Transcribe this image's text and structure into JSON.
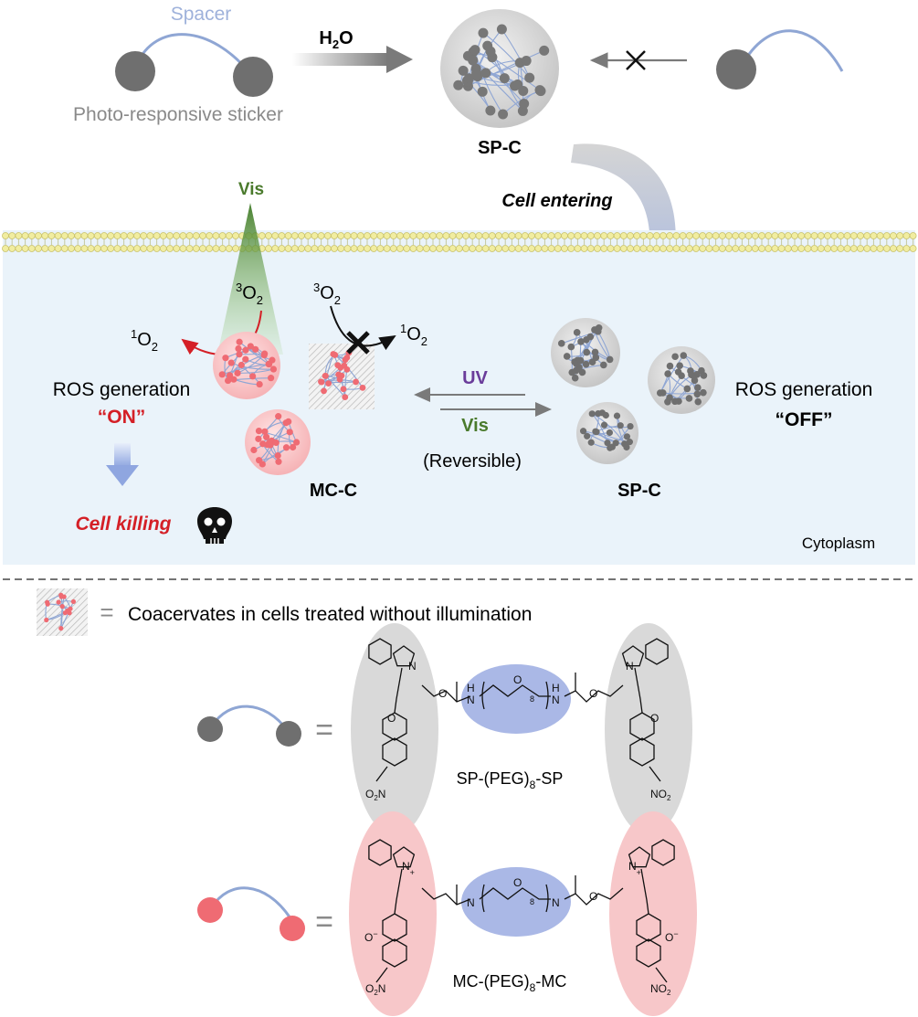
{
  "top": {
    "spacer_label": "Spacer",
    "sticker_label": "Photo-responsive sticker",
    "water_label": "H",
    "water_sub": "2",
    "water_tail": "O",
    "spc_top_label": "SP-C",
    "cell_entering": "Cell entering"
  },
  "cell": {
    "vis_top": "Vis",
    "o2_triplet_left": {
      "sup": "3",
      "main": "O",
      "sub": "2"
    },
    "o2_singlet_left": {
      "sup": "1",
      "main": "O",
      "sub": "2"
    },
    "o2_triplet_mid": {
      "sup": "3",
      "main": "O",
      "sub": "2"
    },
    "o2_singlet_mid": {
      "sup": "1",
      "main": "O",
      "sub": "2"
    },
    "ros_left": "ROS generation",
    "on_label": "“ON”",
    "cell_killing": "Cell killing",
    "mcc_label": "MC-C",
    "uv_label": "UV",
    "vis_mid": "Vis",
    "reversible": "(Reversible)",
    "spc_label": "SP-C",
    "ros_right": "ROS generation",
    "off_label": "“OFF”",
    "cytoplasm": "Cytoplasm"
  },
  "legend": {
    "equals": "=",
    "coacervate_note": "Coacervates in cells treated without illumination"
  },
  "structures": {
    "sp": {
      "name_pre": "SP-(PEG)",
      "name_sub": "8",
      "name_post": "-SP",
      "n": "N",
      "o": "O",
      "nh": "N",
      "h": "H",
      "peg_sub": "8",
      "no2_pre": "O",
      "no2_sub": "2",
      "no2_post": "N",
      "no2_right": "NO",
      "no2_right_sub": "2"
    },
    "mc": {
      "name_pre": "MC-(PEG)",
      "name_sub": "8",
      "name_post": "-MC",
      "n": "N",
      "plus": "+",
      "o_minus": "O",
      "minus": "−",
      "peg_sub": "8",
      "no2_pre": "O",
      "no2_sub": "2",
      "no2_post": "N",
      "no2_right": "NO",
      "no2_right_sub": "2"
    }
  },
  "colors": {
    "spacer": "#8fa6d4",
    "grey_bead": "#6f6f6f",
    "red_bead": "#ef6b73",
    "cytoplasm": "#eaf3fa",
    "vis_green": "#4a7a2c",
    "uv_purple": "#6a3c9a",
    "on_red": "#d41f26",
    "peg_blue": "#aab8e6",
    "sp_oval": "#d9d9d9",
    "mc_oval": "#f7c7c9"
  }
}
